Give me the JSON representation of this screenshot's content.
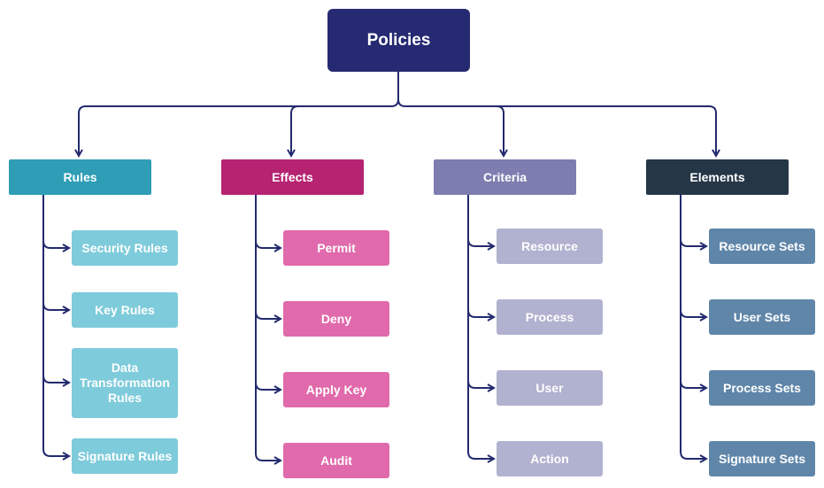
{
  "diagram": {
    "root": {
      "label": "Policies"
    },
    "colors": {
      "root": "#252a72",
      "connector": "#232a6e",
      "rules": "#2e9db5",
      "rules_leaf": "#7ecbdb",
      "effects": "#b52371",
      "effects_leaf": "#e06aab",
      "criteria": "#7e7db0",
      "criteria_leaf": "#b1b1d0",
      "elements": "#253647",
      "elements_leaf": "#5f86a9"
    },
    "categories": [
      {
        "label": "Rules",
        "items": [
          "Security Rules",
          "Key Rules",
          "Data Transformation Rules",
          "Signature Rules"
        ]
      },
      {
        "label": "Effects",
        "items": [
          "Permit",
          "Deny",
          "Apply Key",
          "Audit"
        ]
      },
      {
        "label": "Criteria",
        "items": [
          "Resource",
          "Process",
          "User",
          "Action"
        ]
      },
      {
        "label": "Elements",
        "items": [
          "Resource Sets",
          "User Sets",
          "Process Sets",
          "Signature Sets"
        ]
      }
    ]
  }
}
